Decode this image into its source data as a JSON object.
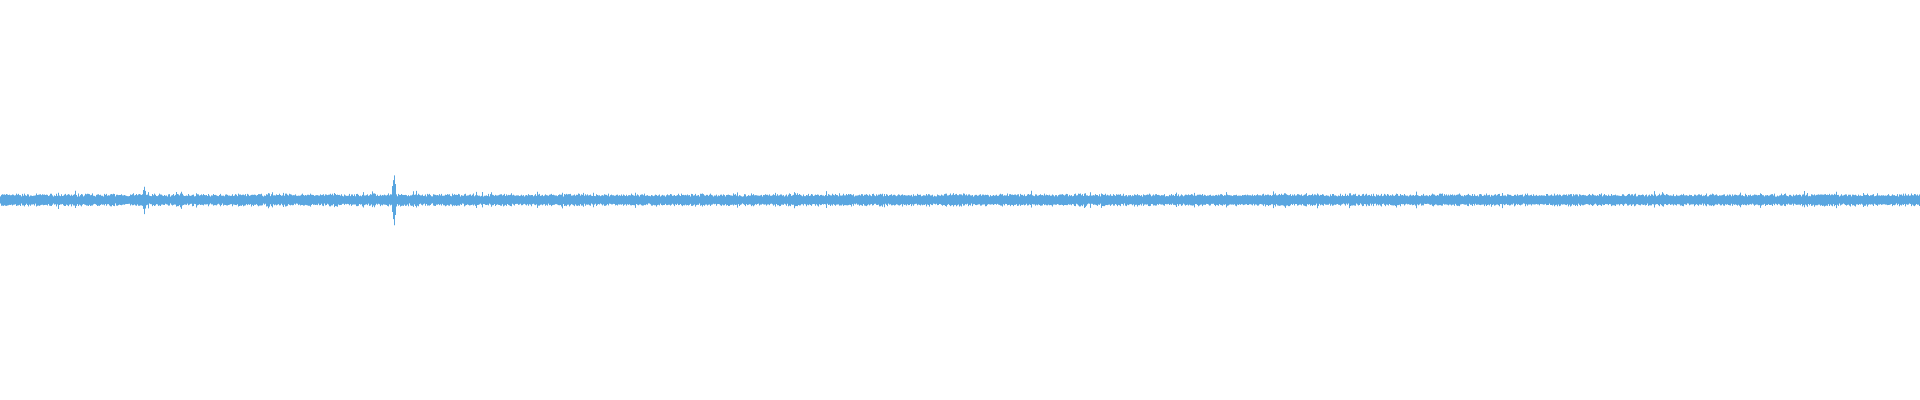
{
  "waveform": {
    "color": "#5aa6e0",
    "background": "#ffffff",
    "baseline_amplitude": 0.022,
    "noise_amplitude": 0.012,
    "sample_count": 1920,
    "seed": 7,
    "spikes": [
      {
        "position": 0.039,
        "amplitude": 0.05
      },
      {
        "position": 0.075,
        "amplitude": 0.09
      },
      {
        "position": 0.094,
        "amplitude": 0.055
      },
      {
        "position": 0.168,
        "amplitude": 0.04
      },
      {
        "position": 0.205,
        "amplitude": 0.15
      },
      {
        "position": 0.256,
        "amplitude": 0.05
      },
      {
        "position": 0.295,
        "amplitude": 0.04
      },
      {
        "position": 0.356,
        "amplitude": 0.04
      },
      {
        "position": 0.406,
        "amplitude": 0.045
      },
      {
        "position": 0.449,
        "amplitude": 0.04
      },
      {
        "position": 0.565,
        "amplitude": 0.045
      },
      {
        "position": 0.669,
        "amplitude": 0.055
      },
      {
        "position": 0.689,
        "amplitude": 0.04
      },
      {
        "position": 0.703,
        "amplitude": 0.05
      },
      {
        "position": 0.727,
        "amplitude": 0.045
      },
      {
        "position": 0.875,
        "amplitude": 0.04
      }
    ]
  }
}
